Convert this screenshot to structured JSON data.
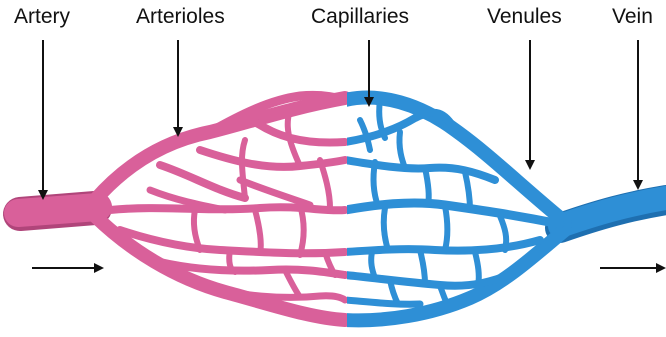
{
  "labels": {
    "artery": "Artery",
    "arterioles": "Arterioles",
    "capillaries": "Capillaries",
    "venules": "Venules",
    "vein": "Vein"
  },
  "colors": {
    "arterial": "#d9609a",
    "arterial_dark": "#b0457a",
    "venous": "#2e8fd6",
    "venous_dark": "#1e6fb0",
    "text": "#111111"
  },
  "flow_direction": "left-to-right"
}
